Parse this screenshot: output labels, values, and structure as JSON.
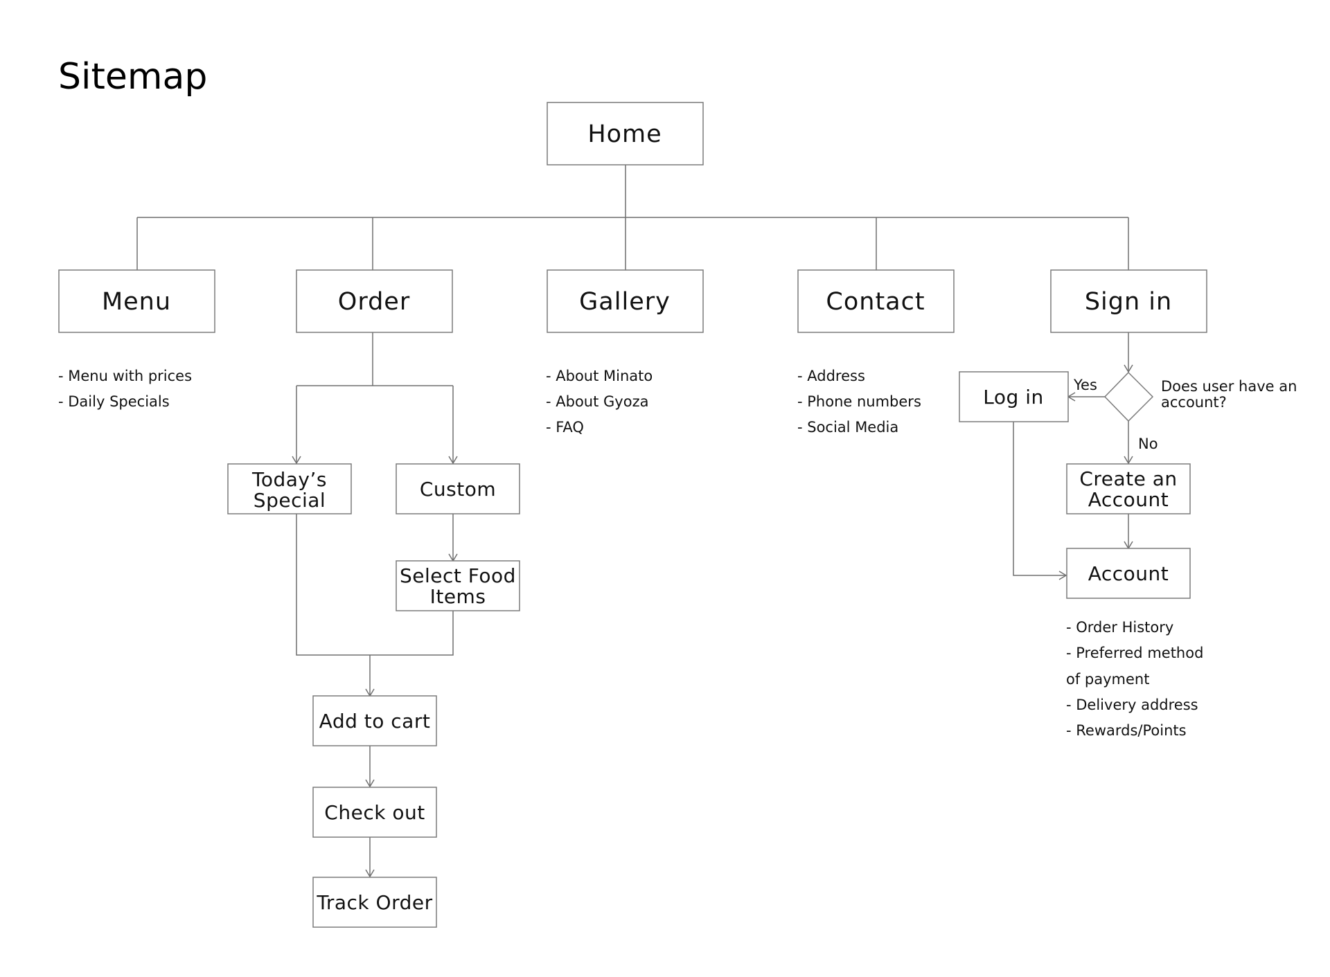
{
  "title": "Sitemap",
  "nodes": {
    "home": "Home",
    "menu": "Menu",
    "order": "Order",
    "gallery": "Gallery",
    "contact": "Contact",
    "sign_in": "Sign in",
    "todays_special": [
      "Today’s",
      "Special"
    ],
    "custom": "Custom",
    "select_food_items": [
      "Select Food",
      "Items"
    ],
    "add_to_cart": "Add to cart",
    "check_out": "Check out",
    "track_order": "Track Order",
    "log_in": "Log in",
    "create_account": [
      "Create an",
      "Account"
    ],
    "account": "Account"
  },
  "decision": {
    "question": [
      "Does user have an",
      "account?"
    ],
    "yes_label": "Yes",
    "no_label": "No"
  },
  "notes": {
    "menu": [
      "- Menu with prices",
      "- Daily Specials"
    ],
    "gallery": [
      "- About Minato",
      "- About Gyoza",
      "- FAQ"
    ],
    "contact": [
      "- Address",
      "- Phone numbers",
      "- Social Media"
    ],
    "account": [
      "- Order History",
      "- Preferred method",
      "of payment",
      "- Delivery address",
      "- Rewards/Points"
    ]
  },
  "colors": {
    "stroke": "#7a7a7a",
    "text": "#111111",
    "background": "#ffffff"
  }
}
